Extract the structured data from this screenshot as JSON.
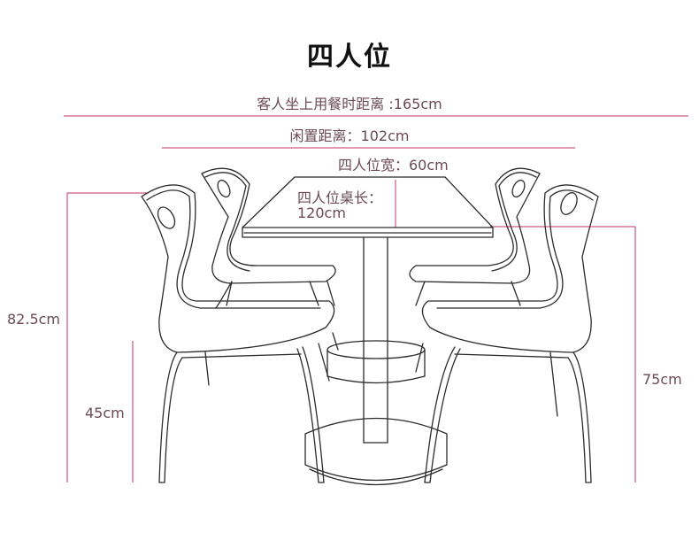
{
  "title": "四人位",
  "labels": {
    "dining_distance": "客人坐上用餐时距离 :165cm",
    "idle_distance": "闲置距离：102cm",
    "seat_width": "四人位宽：60cm",
    "table_length_line1": "四人位桌长：",
    "table_length_line2": "120cm",
    "overall_height": "82.5cm",
    "seat_height": "45cm",
    "table_height": "75cm"
  },
  "colors": {
    "dimension": "#c4306a",
    "drawing": "#2b2b2b",
    "text": "#6b4a56"
  }
}
